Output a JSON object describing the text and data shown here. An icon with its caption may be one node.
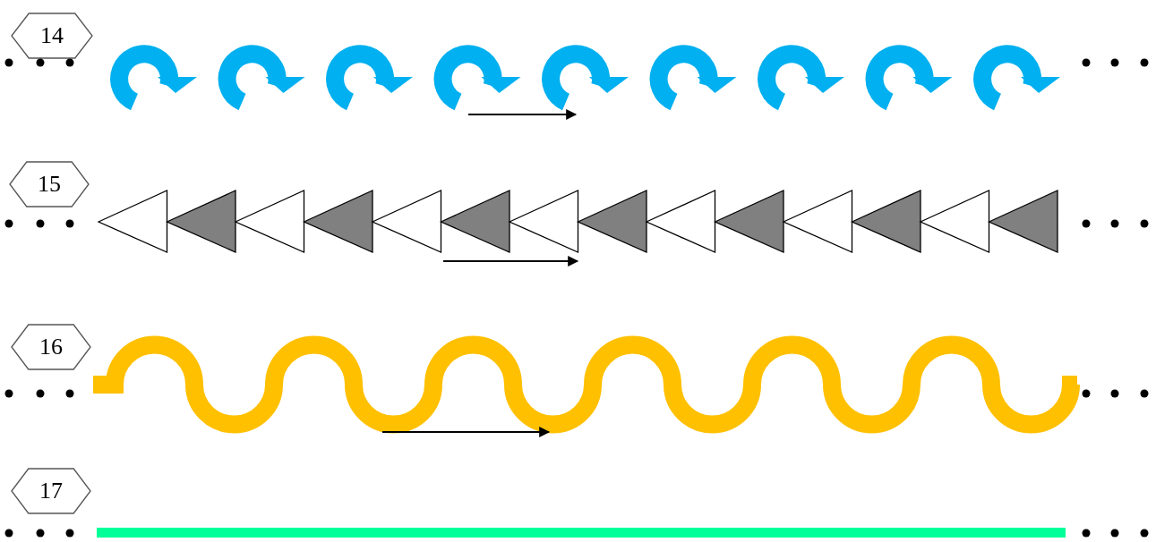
{
  "diagram": {
    "nodes": [
      {
        "text": [
          "14"
        ]
      },
      {
        "text": [
          "15"
        ]
      },
      {
        "text": [
          "16"
        ]
      },
      {
        "text": [
          "17"
        ]
      }
    ]
  }
}
